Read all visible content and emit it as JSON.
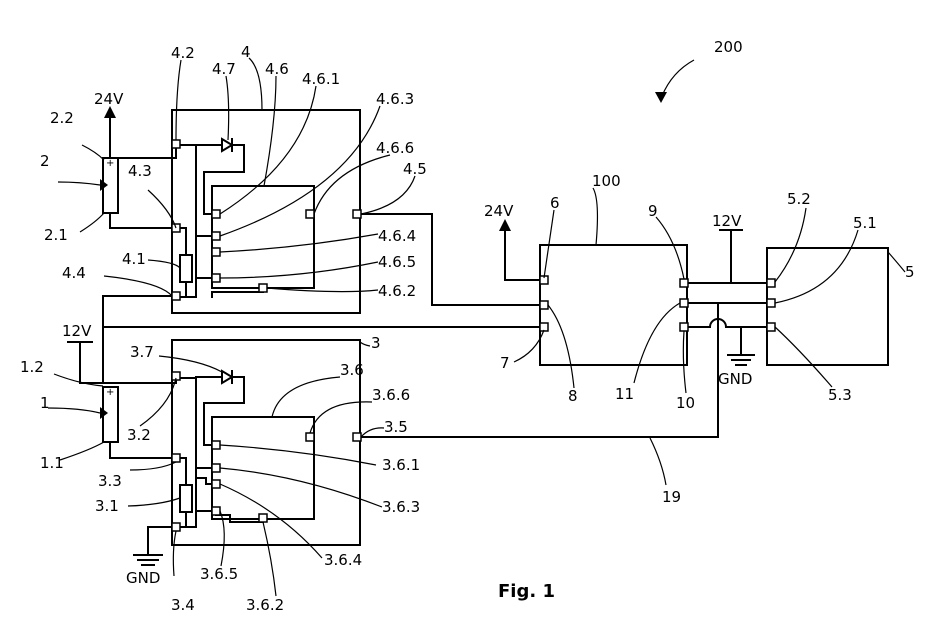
{
  "figure_title": "Fig. 1",
  "reference_labels": {
    "system": "200",
    "controller": "100",
    "unit_4": "4",
    "unit_3": "3",
    "unit_5": "5",
    "battery_2": "2",
    "battery_1": "1",
    "line_19": "19"
  },
  "supply_labels": {
    "v24_top": "24V",
    "v24_mid": "24V",
    "v12_left": "12V",
    "v12_right": "12V",
    "gnd_left": "GND",
    "gnd_right": "GND"
  },
  "unit_4_labels": {
    "l_4_2": "4.2",
    "l_4_7": "4.7",
    "l_4_6": "4.6",
    "l_4_6_1": "4.6.1",
    "l_4_6_3": "4.6.3",
    "l_4_6_6": "4.6.6",
    "l_4_5": "4.5",
    "l_4_3": "4.3",
    "l_4_6_4": "4.6.4",
    "l_4_1": "4.1",
    "l_4_6_5": "4.6.5",
    "l_4_4": "4.4",
    "l_4_6_2": "4.6.2"
  },
  "battery_labels": {
    "l_2_2": "2.2",
    "l_2_1": "2.1",
    "l_1_2": "1.2",
    "l_1_1": "1.1"
  },
  "unit_3_labels": {
    "l_3_7": "3.7",
    "l_3_6": "3.6",
    "l_3_6_6": "3.6.6",
    "l_3_5": "3.5",
    "l_3_2": "3.2",
    "l_3_3": "3.3",
    "l_3_1": "3.1",
    "l_3_4": "3.4",
    "l_3_6_5": "3.6.5",
    "l_3_6_2": "3.6.2",
    "l_3_6_4": "3.6.4",
    "l_3_6_3": "3.6.3",
    "l_3_6_1": "3.6.1"
  },
  "controller_labels": {
    "l_6": "6",
    "l_7": "7",
    "l_8": "8",
    "l_9": "9",
    "l_11": "11",
    "l_10": "10"
  },
  "unit_5_labels": {
    "l_5_2": "5.2",
    "l_5_1": "5.1",
    "l_5_3": "5.3"
  }
}
